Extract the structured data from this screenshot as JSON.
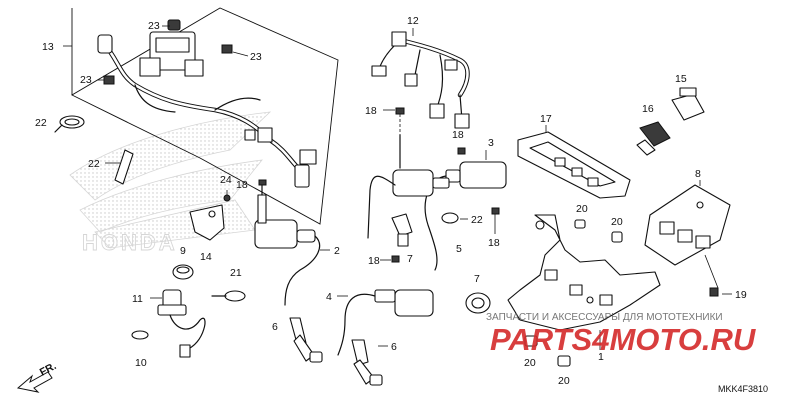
{
  "diagram": {
    "callouts": {
      "c1": "1",
      "c2": "2",
      "c3": "3",
      "c4": "4",
      "c5": "5",
      "c6a": "6",
      "c6b": "6",
      "c7a": "7",
      "c7b": "7",
      "c8": "8",
      "c9": "9",
      "c10": "10",
      "c11": "11",
      "c12": "12",
      "c13": "13",
      "c14": "14",
      "c15": "15",
      "c16": "16",
      "c17": "17",
      "c18a": "18",
      "c18b": "18",
      "c18c": "18",
      "c18d": "18",
      "c19": "19",
      "c20a": "20",
      "c20b": "20",
      "c20c": "20",
      "c20d": "20",
      "c21": "21",
      "c22a": "22",
      "c22b": "22",
      "c22c": "22",
      "c23a": "23",
      "c23b": "23",
      "c23c": "23",
      "c24": "24"
    },
    "direction_label": "FR.",
    "diagram_code": "MKK4F3810",
    "background_watermark": "HONDA",
    "site_watermark": {
      "line1": "ЗАПЧАСТИ И АКСЕССУАРЫ ДЛЯ МОТОТЕХНИКИ",
      "line2": "PARTS4MOTO.RU",
      "color": "#d42a2a"
    }
  }
}
